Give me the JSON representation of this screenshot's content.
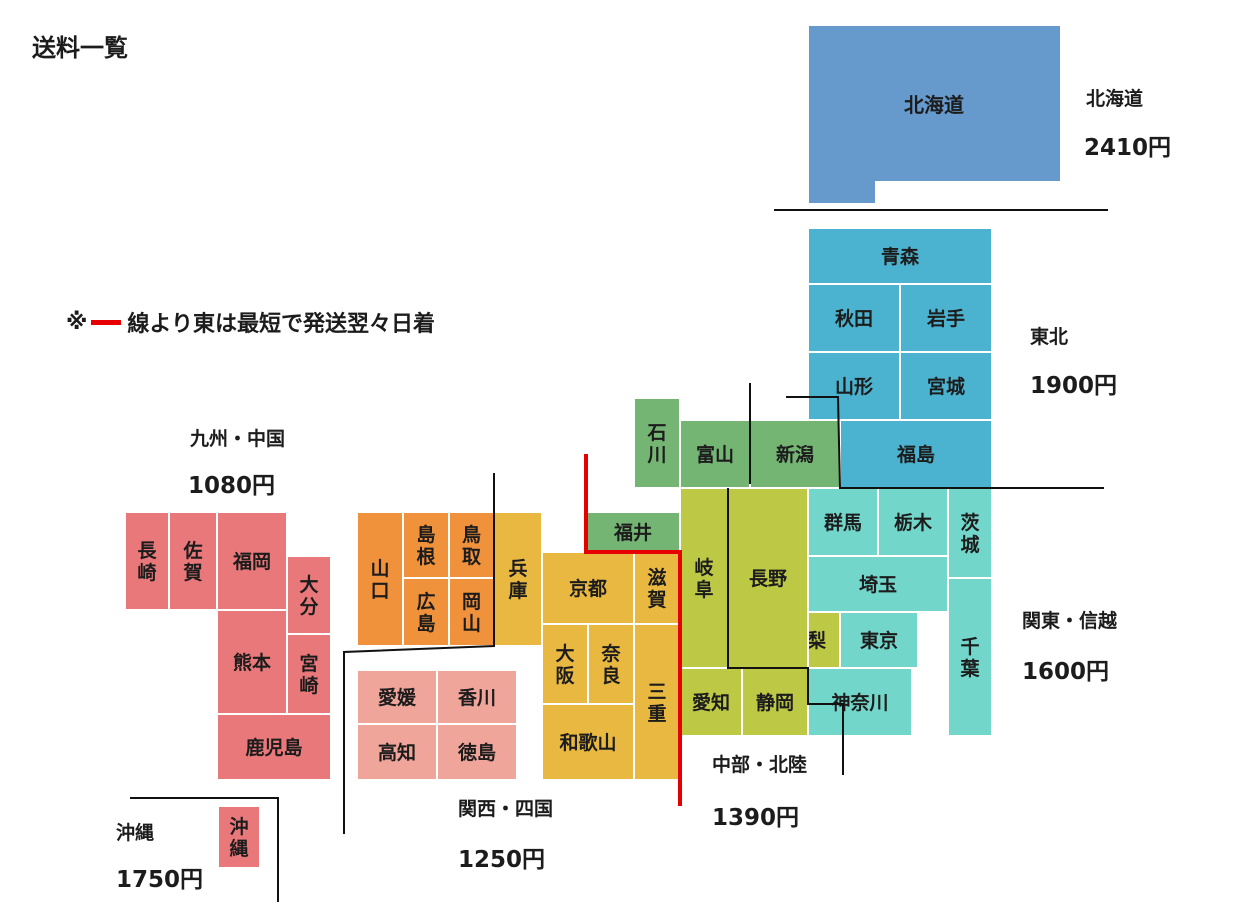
{
  "title": "送料一覧",
  "note": {
    "prefix": "※",
    "text": "線より東は最短で発送翌々日着",
    "line_color": "#e60000"
  },
  "regions": [
    {
      "id": "hokkaido",
      "name": "北海道",
      "price": "2410円",
      "color": "#6699cc"
    },
    {
      "id": "tohoku",
      "name": "東北",
      "price": "1900円",
      "color": "#4bb3cf"
    },
    {
      "id": "kanto",
      "name": "関東・信越",
      "price": "1600円",
      "color": "#72d6ca"
    },
    {
      "id": "chubu",
      "name": "中部・北陸",
      "price": "1390円",
      "color": "#bdc845"
    },
    {
      "id": "kansai",
      "name": "関西・四国",
      "price": "1250円",
      "color": "#e9b841"
    },
    {
      "id": "kyushu",
      "name": "九州・中国",
      "price": "1080円",
      "color": "#e8787a"
    },
    {
      "id": "okinawa",
      "name": "沖縄",
      "price": "1750円",
      "color": "#e8787a"
    }
  ],
  "extra_colors": {
    "hokuriku": "#74b574",
    "chugoku": "#f0913c",
    "shikoku": "#f0a59b"
  },
  "prefectures": {
    "hokkaido": "北海道",
    "aomori": "青森",
    "akita": "秋田",
    "iwate": "岩手",
    "yamagata": "山形",
    "miyagi": "宮城",
    "fukushima": "福島",
    "ibaraki": "茨城",
    "tochigi": "栃木",
    "gunma": "群馬",
    "saitama": "埼玉",
    "chiba": "千葉",
    "tokyo": "東京",
    "kanagawa": "神奈川",
    "yamanashi": "山梨",
    "nagano": "長野",
    "niigata": "新潟",
    "toyama": "富山",
    "ishikawa": "石川",
    "fukui": "福井",
    "gifu": "岐阜",
    "shizuoka": "静岡",
    "aichi": "愛知",
    "mie": "三重",
    "shiga": "滋賀",
    "kyoto": "京都",
    "osaka": "大阪",
    "hyogo": "兵庫",
    "nara": "奈良",
    "wakayama": "和歌山",
    "tottori": "鳥取",
    "shimane": "島根",
    "okayama": "岡山",
    "hiroshima": "広島",
    "yamaguchi": "山口",
    "kagawa": "香川",
    "ehime": "愛媛",
    "tokushima": "徳島",
    "kochi": "高知",
    "fukuoka": "福岡",
    "saga": "佐賀",
    "nagasaki": "長崎",
    "oita": "大分",
    "kumamoto": "熊本",
    "miyazaki": "宮崎",
    "kagoshima": "鹿児島",
    "okinawa": "沖縄"
  }
}
